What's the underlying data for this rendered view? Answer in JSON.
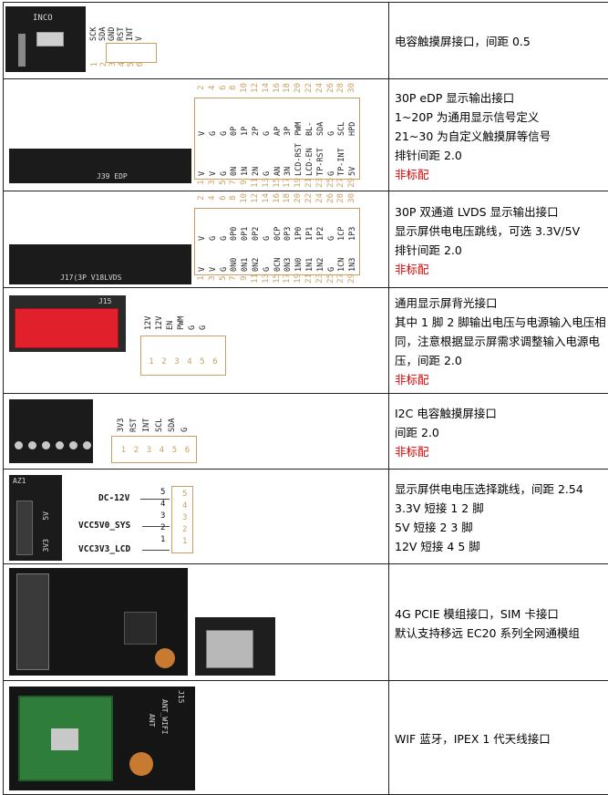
{
  "rows": [
    {
      "desc": [
        "电容触摸屏接口，间距 0.5"
      ],
      "red": [],
      "labels": [
        "SCK",
        "SDA",
        "GND",
        "RST",
        "INT",
        "V"
      ],
      "pins": [
        "1",
        "2",
        "3",
        "4",
        "5",
        "6"
      ],
      "silk": "INCO"
    },
    {
      "desc": [
        "30P eDP 显示输出接口",
        "1~20P 为通用显示信号定义",
        "21~30 为自定义触摸屏等信号",
        "排针间距 2.0"
      ],
      "red": [
        "非标配"
      ],
      "silk": "J39 EDP",
      "top_pins": [
        "2",
        "4",
        "6",
        "8",
        "10",
        "12",
        "14",
        "16",
        "18",
        "20",
        "22",
        "24",
        "26",
        "28",
        "30"
      ],
      "top_labels": [
        "V",
        "G",
        "G",
        "0P",
        "1P",
        "2P",
        "G",
        "AP",
        "3P",
        "PWM",
        "BL-",
        "SDA",
        "G",
        "SCL",
        "HPD"
      ],
      "bot_labels": [
        "V",
        "V",
        "G",
        "0N",
        "1N",
        "2N",
        "G",
        "AN",
        "3N",
        "LCD-RST",
        "LCD-EN",
        "TP-RST",
        "G",
        "TP-INT",
        "5V"
      ],
      "bot_pins": [
        "1",
        "3",
        "5",
        "7",
        "9",
        "11",
        "13",
        "15",
        "17",
        "19",
        "21",
        "23",
        "25",
        "27",
        "29"
      ]
    },
    {
      "desc": [
        "30P  双通道 LVDS 显示输出接口",
        "显示屏供电电压跳线，可选 3.3V/5V",
        "排针间距 2.0"
      ],
      "red": [
        "非标配"
      ],
      "silk": "J17(3P V18LVDS",
      "top_pins": [
        "2",
        "4",
        "6",
        "8",
        "10",
        "12",
        "14",
        "16",
        "18",
        "20",
        "22",
        "24",
        "26",
        "28",
        "30"
      ],
      "top_labels": [
        "V",
        "G",
        "G",
        "0P0",
        "0P1",
        "0P2",
        "G",
        "0CP",
        "0P3",
        "1P0",
        "1P1",
        "1P2",
        "G",
        "1CP",
        "1P3"
      ],
      "bot_labels": [
        "V",
        "V",
        "G",
        "0N0",
        "0N1",
        "0N2",
        "G",
        "0CN",
        "0N3",
        "1N0",
        "1N1",
        "1N2",
        "G",
        "1CN",
        "1N3"
      ],
      "bot_pins": [
        "1",
        "3",
        "5",
        "7",
        "9",
        "11",
        "13",
        "15",
        "17",
        "19",
        "21",
        "23",
        "25",
        "27",
        "29"
      ]
    },
    {
      "desc": [
        "通用显示屏背光接口",
        "其中 1 脚 2 脚输出电压与电源输入电压相同，注意根据显示屏需求调整输入电源电压，间距 2.0"
      ],
      "red": [
        "非标配"
      ],
      "silk": "J15",
      "labels": [
        "12V",
        "12V",
        "EN",
        "PWM",
        "G",
        "G"
      ],
      "pins": [
        "1",
        "2",
        "3",
        "4",
        "5",
        "6"
      ]
    },
    {
      "desc": [
        "I2C 电容触摸屏接口",
        "间距 2.0"
      ],
      "red": [
        "非标配"
      ],
      "labels": [
        "3V3",
        "RST",
        "INT",
        "SCL",
        "SDA",
        "G"
      ],
      "pins": [
        "1",
        "2",
        "3",
        "4",
        "5",
        "6"
      ]
    },
    {
      "desc": [
        "显示屏供电电压选择跳线，间距 2.54",
        "3.3V  短接 1 2 脚",
        "5V    短接 2 3 脚",
        "12V  短接 4 5 脚"
      ],
      "red": [],
      "silk": [
        "AZ1",
        "5V",
        "3V3"
      ],
      "net_labels": [
        "DC-12V",
        "VCC5V0_SYS",
        "VCC3V3_LCD"
      ],
      "left_pins": [
        "5",
        "4",
        "3",
        "2",
        "1"
      ],
      "right_pins": [
        "5",
        "4",
        "3",
        "2",
        "1"
      ]
    },
    {
      "desc": [
        "4G PCIE 模组接口，SIM 卡接口",
        "默认支持移远 EC20 系列全网通模组"
      ],
      "red": []
    },
    {
      "desc": [
        "WIF 蓝牙，IPEX 1 代天线接口"
      ],
      "red": [],
      "silk": [
        "J15",
        "ANT_WIFI",
        "ANT"
      ]
    }
  ],
  "colors": {
    "schematic": "#c9a060",
    "red": "#e00000",
    "pcb": "#1b1b1b"
  }
}
